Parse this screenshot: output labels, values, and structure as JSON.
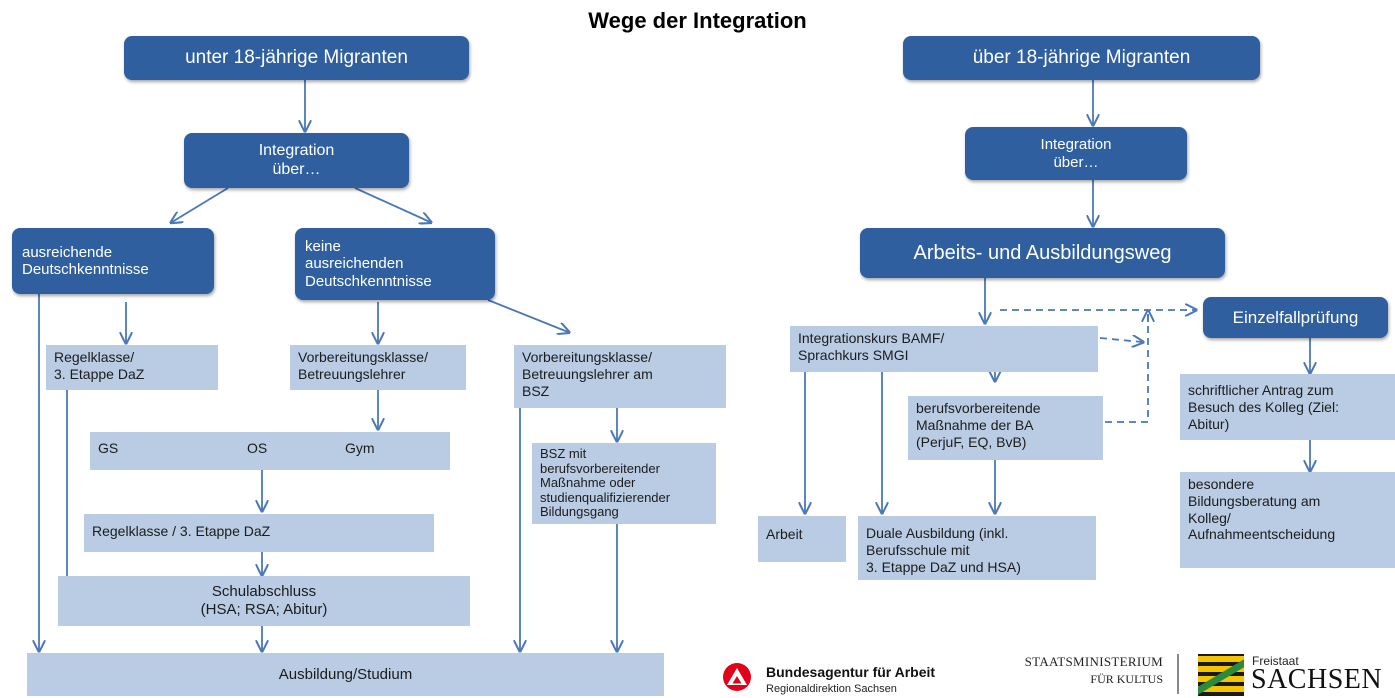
{
  "title": "Wege der Integration",
  "left": {
    "root": "unter 18-jährige Migranten",
    "integration": "Integration\nüber…",
    "ausreichend": "ausreichende\nDeutschkenntnisse",
    "keine": "keine\nausreichenden\nDeutschkenntnisse",
    "regelklasse": "Regelklasse/\n3. Etappe DaZ",
    "vorbereitung": "Vorbereitungsklasse/\nBetreuungslehrer",
    "vorbereitung_bsz": "Vorbereitungsklasse/\nBetreuungslehrer am\nBSZ",
    "schools": {
      "gs": "GS",
      "os": "OS",
      "gym": "Gym"
    },
    "bsz": "BSZ mit\nberufsvorbereitender\nMaßnahme oder\nstudienqualifizierender\nBildungsgang",
    "regelklasse2": "Regelklasse / 3. Etappe DaZ",
    "schulabschluss": "Schulabschluss\n(HSA; RSA; Abitur)",
    "ausbildung": "Ausbildung/Studium"
  },
  "right": {
    "root": "über 18-jährige Migranten",
    "integration": "Integration\nüber…",
    "weg": "Arbeits- und Ausbildungsweg",
    "kurs": "Integrationskurs BAMF/\nSprachkurs SMGI",
    "einzelfall": "Einzelfallprüfung",
    "berufsvorbereitend": "berufsvorbereitende\nMaßnahme der BA\n(PerjuF, EQ, BvB)",
    "antrag": "schriftlicher Antrag zum\nBesuch des Kolleg (Ziel:\nAbitur)",
    "beratung": "besondere\nBildungsberatung am\nKolleg/\nAufnahmeentscheidung",
    "arbeit": "Arbeit",
    "duale": "Duale Ausbildung (inkl.\nBerufsschule mit\n3. Etappe DaZ und HSA)"
  },
  "logos": {
    "ba_name": "Bundesagentur für Arbeit",
    "ba_sub": "Regionaldirektion Sachsen",
    "smk_line1": "STAATSMINISTERIUM",
    "smk_line2": "FÜR KULTUS",
    "freistaat": "Freistaat",
    "sachsen": "SACHSEN"
  },
  "colors": {
    "dark_box": "#2f5f9e",
    "light_box": "#b9cce4",
    "arrow": "#4a78b5",
    "ba_red": "#e2001a",
    "sachsen_green": "#2b8a3e",
    "sachsen_yellow": "#f4c400"
  }
}
